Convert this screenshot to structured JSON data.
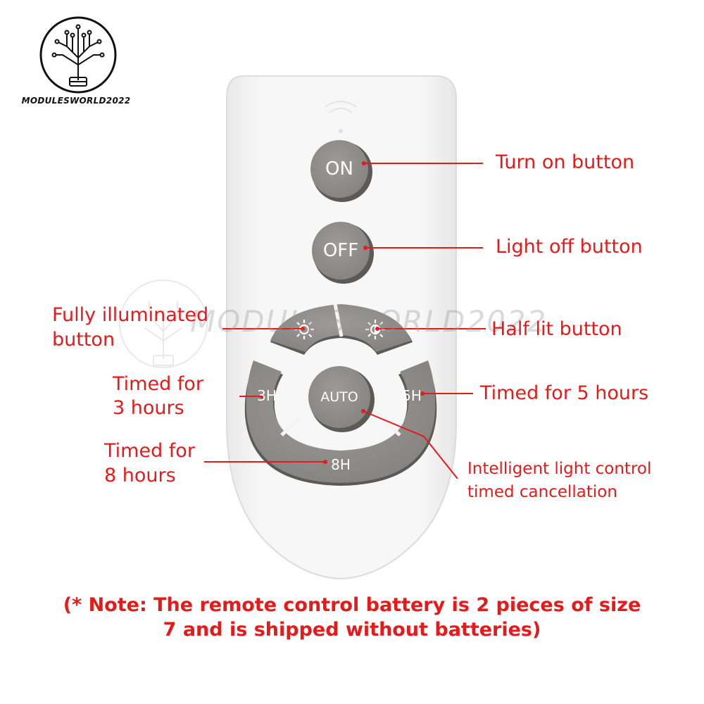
{
  "brand": {
    "name": "MODULESWORLD2022",
    "watermark": "MODULESWORLD2022"
  },
  "buttons": {
    "on": "ON",
    "off": "OFF",
    "auto": "AUTO",
    "h3": "3H",
    "h5": "5H",
    "h8": "8H"
  },
  "labels": {
    "turn_on": "Turn on button",
    "light_off": "Light off button",
    "fully_illuminated_1": "Fully illuminated",
    "fully_illuminated_2": "button",
    "half_lit": "Half lit button",
    "timed3_1": "Timed for",
    "timed3_2": "3 hours",
    "timed5": "Timed for 5 hours",
    "timed8_1": "Timed for",
    "timed8_2": "8 hours",
    "intelligent_1": "Intelligent light control",
    "intelligent_2": "timed cancellation"
  },
  "note": {
    "line1": "(* Note: The remote control battery is 2 pieces of size",
    "line2": "7 and is shipped without batteries)"
  },
  "colors": {
    "accent": "#e31b1b",
    "button_gray": "#8e8d89",
    "remote_body": "#f4f4f4",
    "button_text": "#ffffff"
  }
}
